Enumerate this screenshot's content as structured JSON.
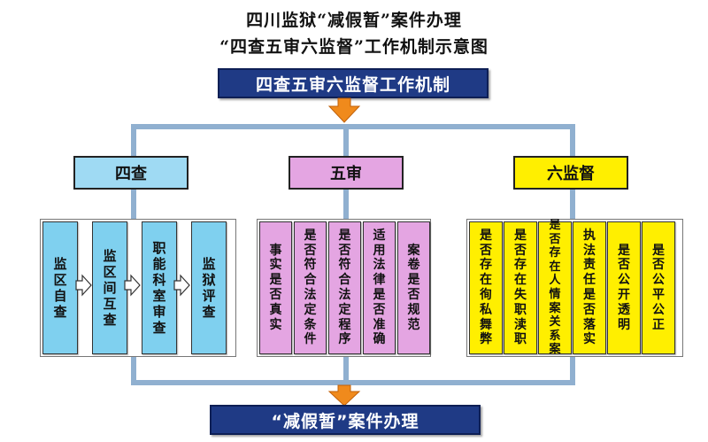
{
  "title": {
    "line1": "四川监狱“减假暂”案件办理",
    "line2": "“四查五审六监督”工作机制示意图"
  },
  "top_box": "四查五审六监督工作机制",
  "bottom_box": "“减假暂”案件办理",
  "groups": [
    {
      "label": "四查",
      "items": [
        "监区自查",
        "监区间互查",
        "职能科室审查",
        "监狱评查"
      ]
    },
    {
      "label": "五审",
      "items": [
        "事实是否真实",
        "是否符合法定条件",
        "是否符合法定程序",
        "适用法律是否准确",
        "案卷是否规范"
      ]
    },
    {
      "label": "六监督",
      "items": [
        "是否存在徇私舞弊",
        "是否存在失职渎职",
        "是否存在人情案关系案",
        "执法责任是否落实",
        "是否公开透明",
        "是否公平公正"
      ]
    }
  ],
  "colors": {
    "dark_bar": "#1f3a85",
    "connector": "#90b0d0",
    "arrow": "#f08a1c",
    "sicha": "#7fd0ef",
    "wushen": "#e4a5e2",
    "liujiandu": "#ffef00"
  }
}
